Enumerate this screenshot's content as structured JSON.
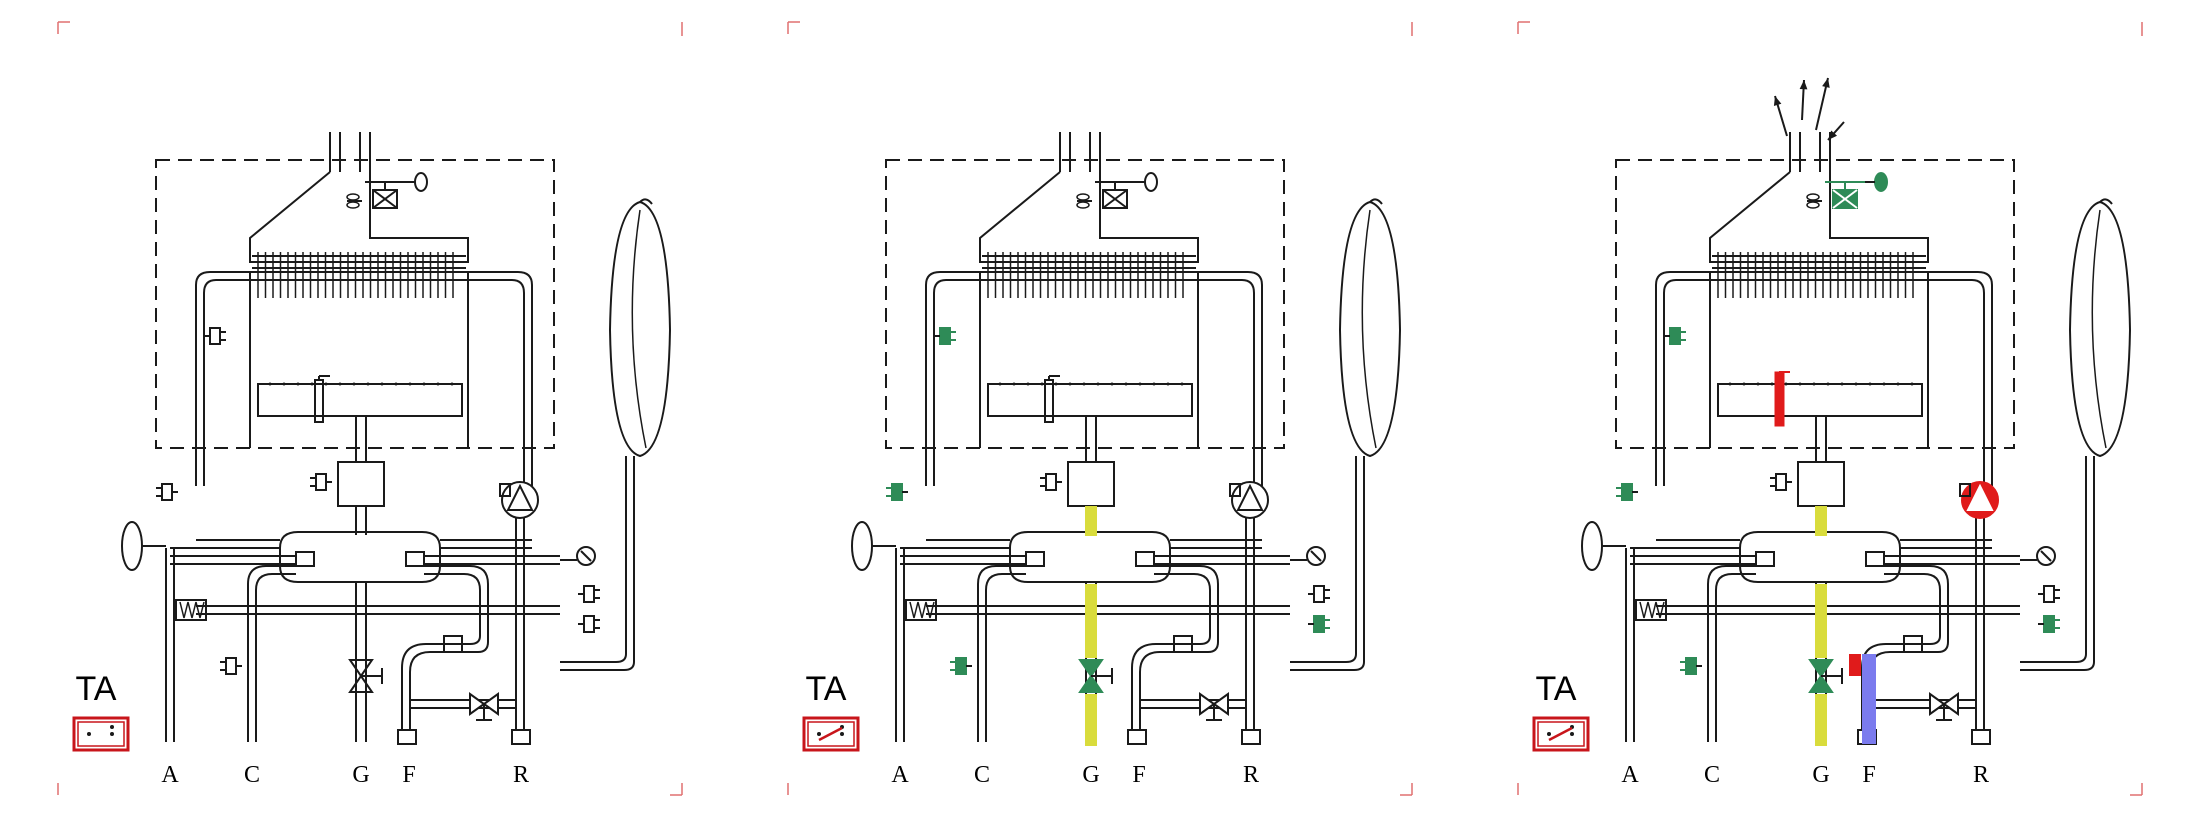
{
  "colors": {
    "line": "#1a1a1a",
    "crop_mark": "#e07070",
    "gas_flow": "#d9dc3c",
    "cold_water_flow": "#7b7bee",
    "active_component": "#2e8b57",
    "ignition_red": "#e01b1b",
    "thermostat_red": "#c8151b",
    "pump_active": "#e01b1b"
  },
  "panels": [
    {
      "ta_label": "TA",
      "points": [
        "A",
        "C",
        "G",
        "F",
        "R"
      ],
      "state": "standby",
      "thermostat_closed": false,
      "gas_flow": false,
      "water_flow": false,
      "fan_on": false,
      "ignition_on": false,
      "pump_on": false,
      "sensors_active": false,
      "exhaust_arrows": false
    },
    {
      "ta_label": "TA",
      "points": [
        "A",
        "C",
        "G",
        "F",
        "R"
      ],
      "state": "gas-open",
      "thermostat_closed": true,
      "gas_flow": true,
      "water_flow": false,
      "fan_on": false,
      "ignition_on": false,
      "pump_on": false,
      "sensors_active": true,
      "exhaust_arrows": false
    },
    {
      "ta_label": "TA",
      "points": [
        "A",
        "C",
        "G",
        "F",
        "R"
      ],
      "state": "burner-ignition",
      "thermostat_closed": true,
      "gas_flow": true,
      "water_flow": true,
      "fan_on": true,
      "ignition_on": true,
      "pump_on": true,
      "sensors_active": true,
      "exhaust_arrows": true
    }
  ]
}
